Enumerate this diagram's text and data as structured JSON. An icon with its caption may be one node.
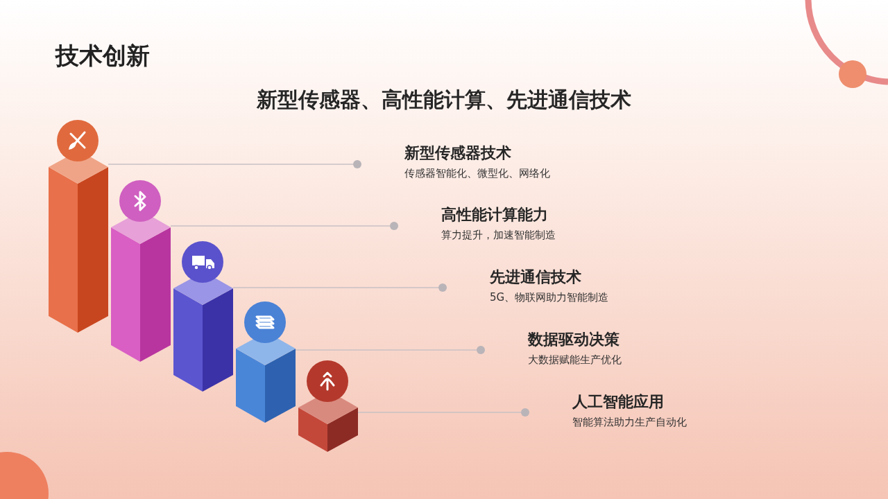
{
  "diagram": {
    "title": "技术创新",
    "nodes": [
      {
        "text": [
          "新型传感器技术",
          "传感器智能化、微型化、网络化"
        ]
      },
      {
        "text": [
          "高性能计算能力",
          "算力提升，加速智能制造"
        ]
      },
      {
        "text": [
          "先进通信技术",
          "5G、物联网助力智能制造"
        ]
      },
      {
        "text": [
          "数据驱动决策",
          "大数据赋能生产优化"
        ]
      },
      {
        "text": [
          "人工智能应用",
          "智能算法助力生产自动化"
        ]
      },
      {
        "text": [],
        "shape": "bar"
      },
      {
        "text": [],
        "shape": "bar"
      },
      {
        "text": [],
        "shape": "bar"
      },
      {
        "text": [],
        "shape": "bar"
      },
      {
        "text": [],
        "shape": "bar"
      }
    ],
    "edges": [
      {
        "from": 0,
        "to": 5,
        "arrow": "none"
      },
      {
        "from": 1,
        "to": 6,
        "arrow": "none"
      },
      {
        "from": 2,
        "to": 7,
        "arrow": "none"
      },
      {
        "from": 3,
        "to": 8,
        "arrow": "none"
      },
      {
        "from": 4,
        "to": 9,
        "arrow": "none"
      }
    ],
    "labels": [
      "新型传感器、高性能计算、先进通信技术"
    ]
  }
}
